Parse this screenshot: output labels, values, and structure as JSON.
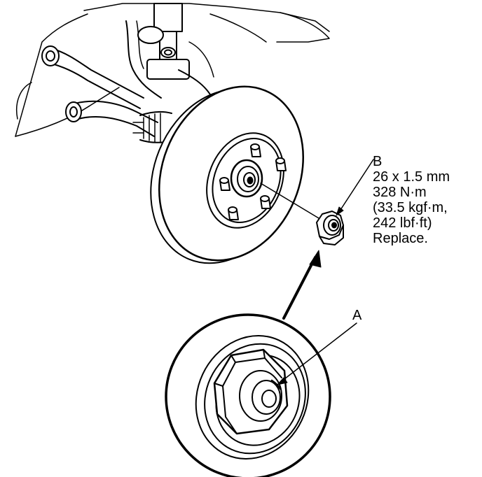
{
  "callouts": {
    "b": {
      "letter": "B",
      "lines": [
        "26 x 1.5 mm",
        "328 N·m",
        "(33.5 kgf·m,",
        "242 lbf·ft)",
        "Replace."
      ]
    },
    "a": {
      "letter": "A"
    }
  },
  "colors": {
    "ink": "#000000",
    "paper": "#ffffff",
    "shade": "#d8d8d8"
  }
}
